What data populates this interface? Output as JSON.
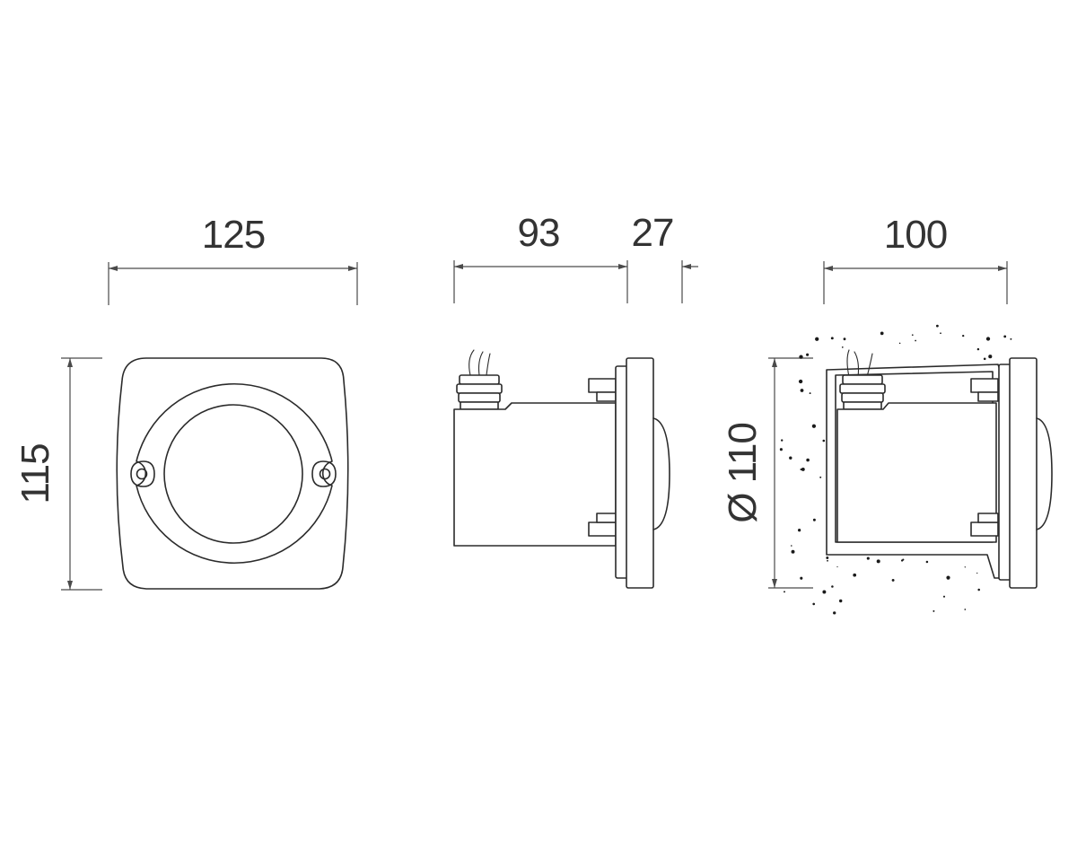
{
  "drawing": {
    "front_view": {
      "width_label": "125",
      "height_label": "115"
    },
    "side_view": {
      "body_depth_label": "93",
      "flange_depth_label": "27"
    },
    "installed_view": {
      "width_label": "100",
      "diameter_label": "Ø 110"
    },
    "colors": {
      "line": "#2b2b2b",
      "dimension": "#4a4a4a",
      "text": "#333333",
      "background": "#ffffff"
    }
  }
}
